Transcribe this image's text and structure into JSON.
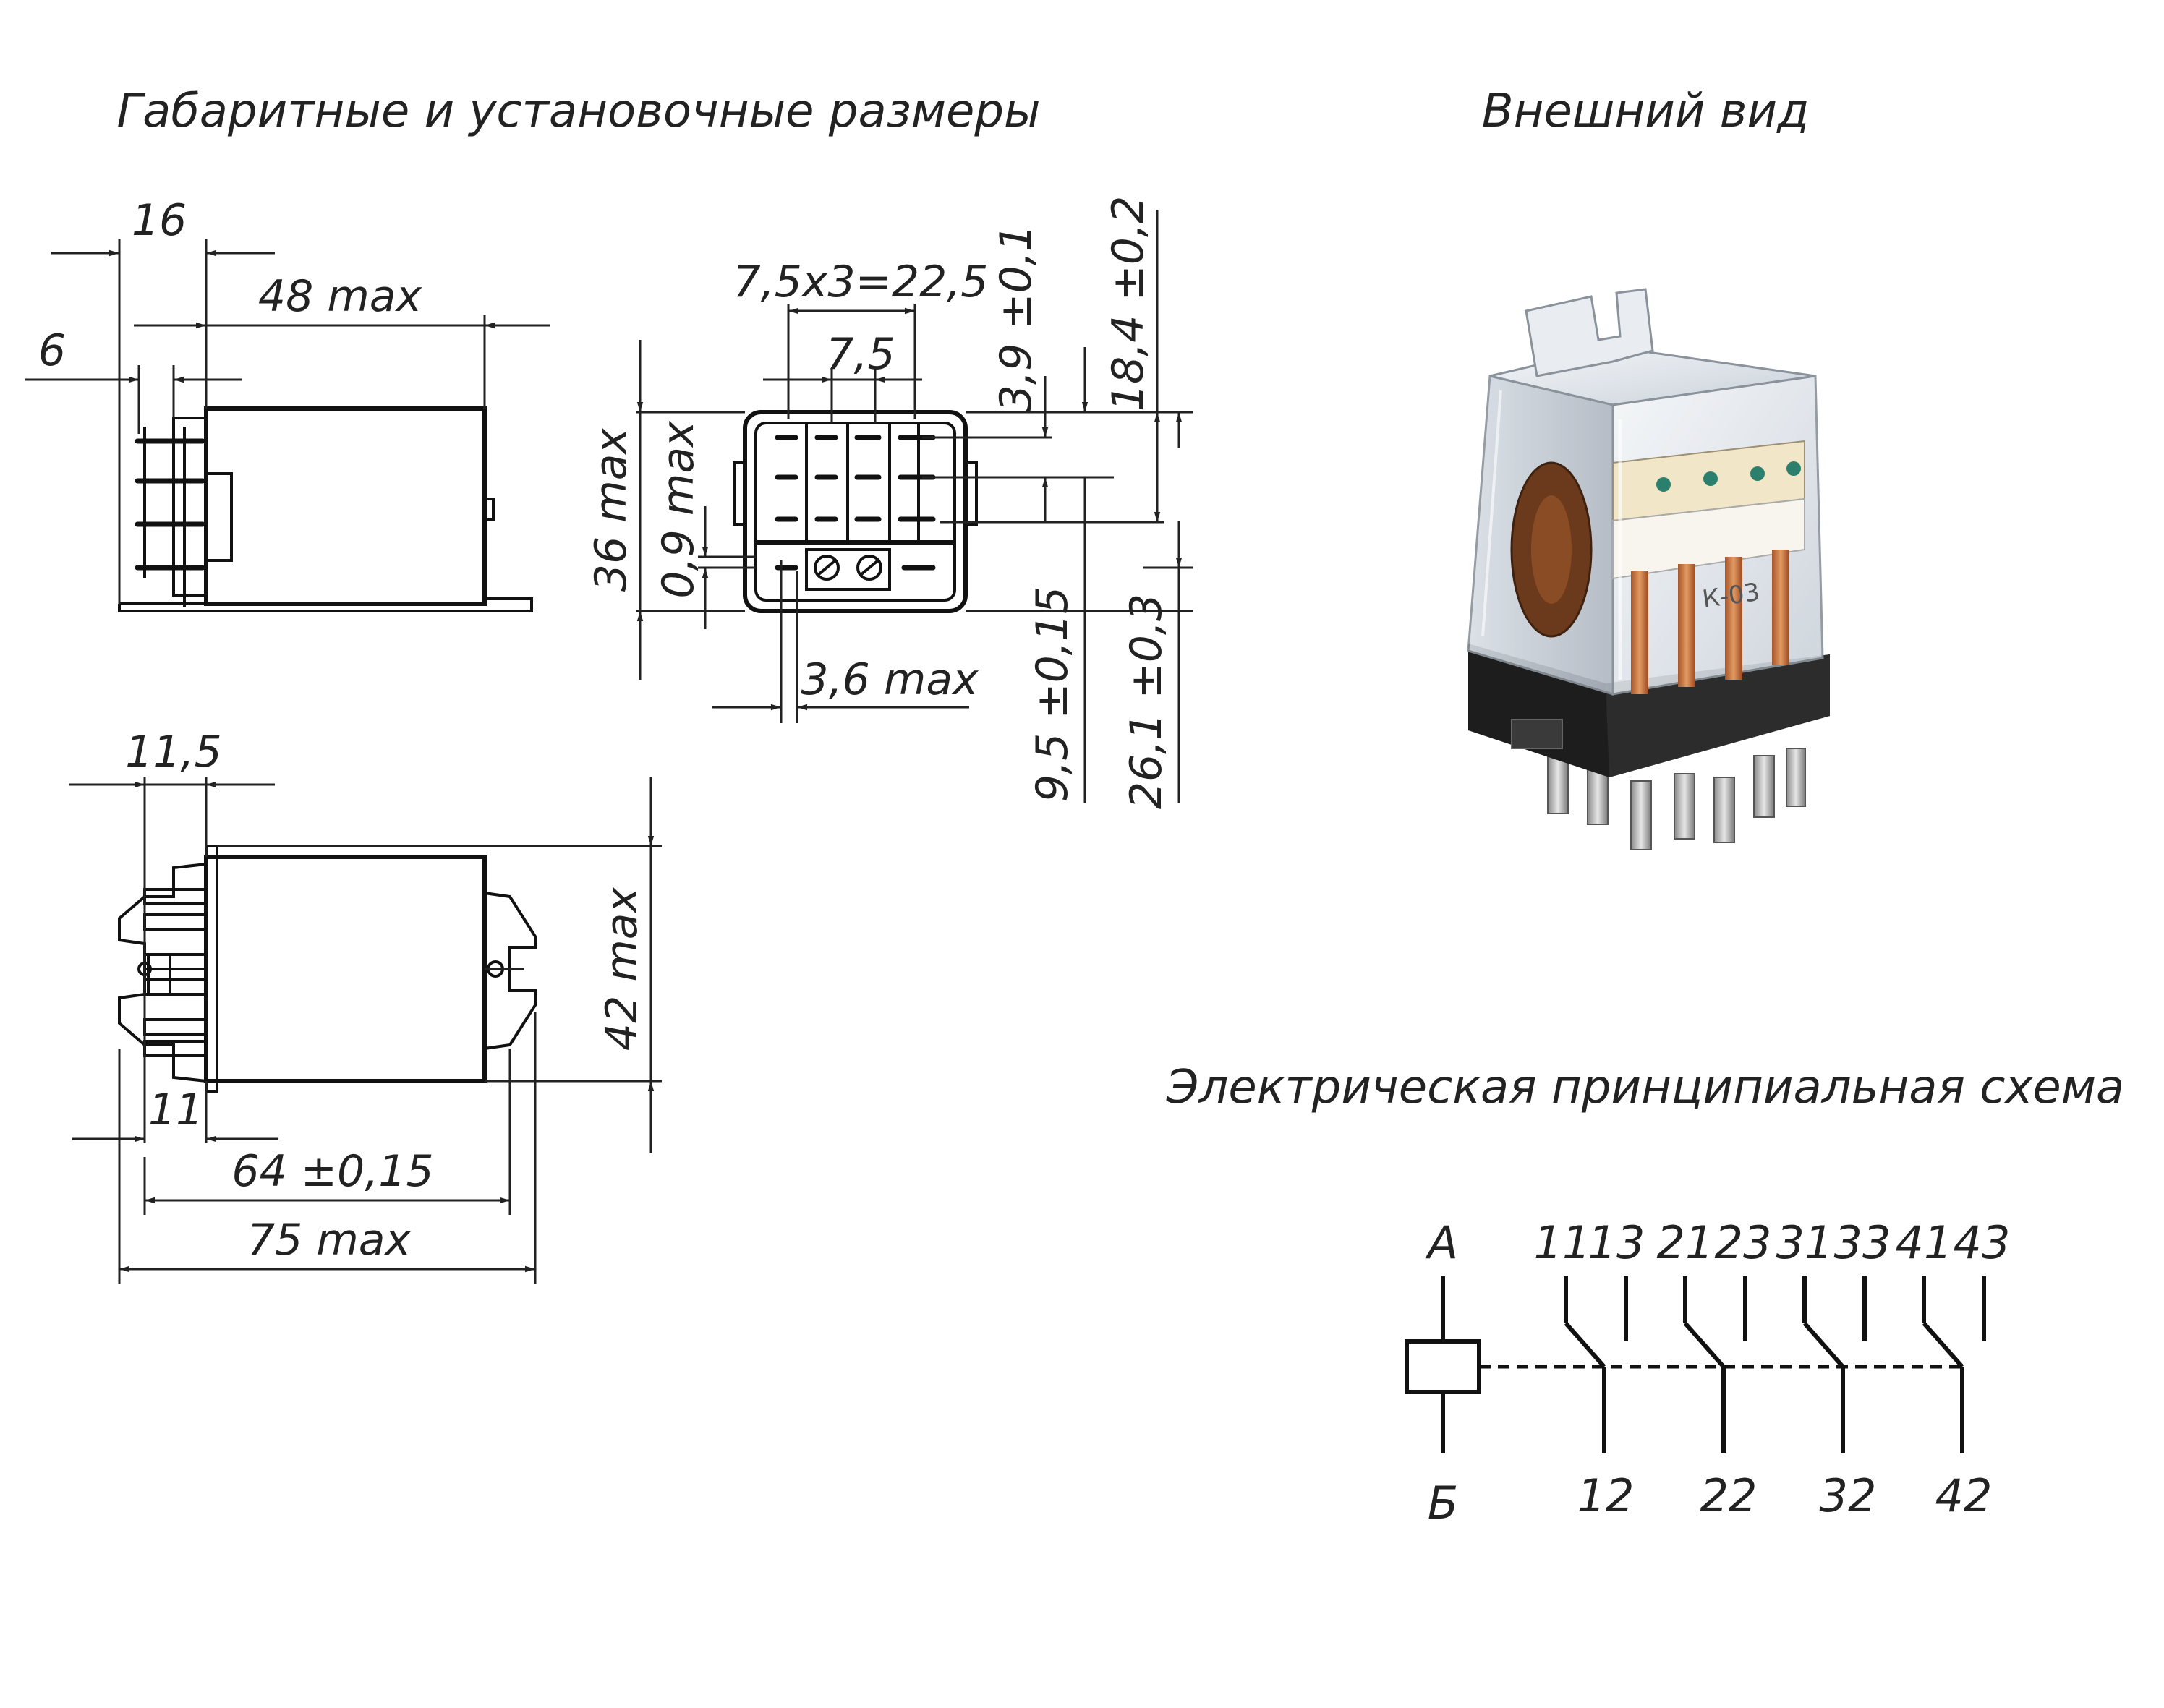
{
  "titles": {
    "dimensions": "Габаритные и установочные размеры",
    "appearance": "Внешний вид",
    "schematic": "Электрическая принципиальная схема"
  },
  "dimensions": {
    "side_top": [
      "16",
      "48 max",
      "6"
    ],
    "front": [
      "7,5x3=22,5",
      "7,5",
      "3,9 ±0,1",
      "18,4 ±0,2",
      "36 max",
      "0,9 max",
      "3,6 max",
      "9,5 ±0,15",
      "26,1 ±0,3"
    ],
    "bottom": [
      "11,5",
      "42 max",
      "11",
      "64 ±0,15",
      "75 max"
    ]
  },
  "photo": {
    "case_marking": "К-03"
  },
  "schematic": {
    "coil_top": "А",
    "coil_bottom": "Б",
    "top_terminals": [
      "11",
      "13",
      "21",
      "23",
      "31",
      "33",
      "41",
      "43"
    ],
    "bottom_terminals": [
      "12",
      "22",
      "32",
      "42"
    ]
  }
}
